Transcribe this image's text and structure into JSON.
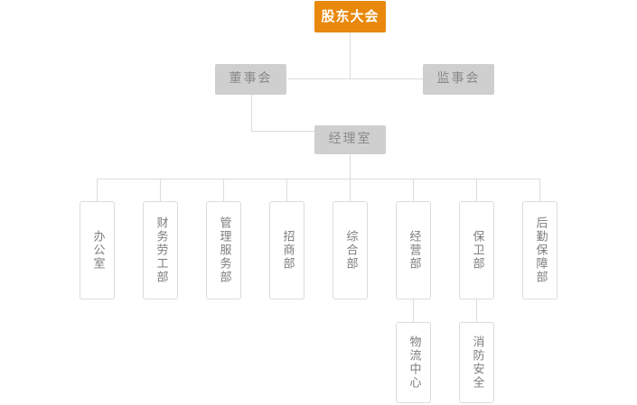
{
  "chart": {
    "type": "org-chart",
    "title": "",
    "colors": {
      "accent": "#e8880c",
      "accent_text": "#ffffff",
      "level2_fill": "#cfcfcf",
      "level2_text": "#8a8a8a",
      "node_border": "#dcdcdc",
      "node_text": "#7d7d7d",
      "connector": "#dcdcdc",
      "background": "#ffffff"
    },
    "levels": {
      "level1": {
        "nodes": [
          {
            "id": "shareholders",
            "label": "股东大会",
            "style": "accent"
          }
        ]
      },
      "level2": {
        "nodes": [
          {
            "id": "board-of-directors",
            "label": "董事会",
            "style": "gray"
          },
          {
            "id": "board-of-supervisors",
            "label": "监事会",
            "style": "gray"
          }
        ]
      },
      "level3": {
        "nodes": [
          {
            "id": "managers-office",
            "label": "经理室",
            "style": "gray"
          }
        ]
      },
      "level4": {
        "nodes": [
          {
            "id": "office",
            "label": "办公室"
          },
          {
            "id": "finance-labor-dept",
            "label": "财务劳工部"
          },
          {
            "id": "management-service-dept",
            "label": "管理服务部"
          },
          {
            "id": "investment-dept",
            "label": "招商部"
          },
          {
            "id": "general-dept",
            "label": "综合部"
          },
          {
            "id": "operations-dept",
            "label": "经营部"
          },
          {
            "id": "security-dept",
            "label": "保卫部"
          },
          {
            "id": "logistics-support-dept",
            "label": "后勤保障部"
          }
        ]
      },
      "level5": {
        "nodes": [
          {
            "id": "logistics-center",
            "label": "物流中心",
            "parent": "operations-dept"
          },
          {
            "id": "fire-safety",
            "label": "消防安全",
            "parent": "security-dept"
          }
        ]
      }
    },
    "edges": [
      {
        "from": "shareholders",
        "to": "board-of-directors"
      },
      {
        "from": "shareholders",
        "to": "board-of-supervisors"
      },
      {
        "from": "board-of-directors",
        "to": "managers-office"
      },
      {
        "from": "managers-office",
        "to": "office"
      },
      {
        "from": "managers-office",
        "to": "finance-labor-dept"
      },
      {
        "from": "managers-office",
        "to": "management-service-dept"
      },
      {
        "from": "managers-office",
        "to": "investment-dept"
      },
      {
        "from": "managers-office",
        "to": "general-dept"
      },
      {
        "from": "managers-office",
        "to": "operations-dept"
      },
      {
        "from": "managers-office",
        "to": "security-dept"
      },
      {
        "from": "managers-office",
        "to": "logistics-support-dept"
      },
      {
        "from": "operations-dept",
        "to": "logistics-center"
      },
      {
        "from": "security-dept",
        "to": "fire-safety"
      }
    ]
  }
}
